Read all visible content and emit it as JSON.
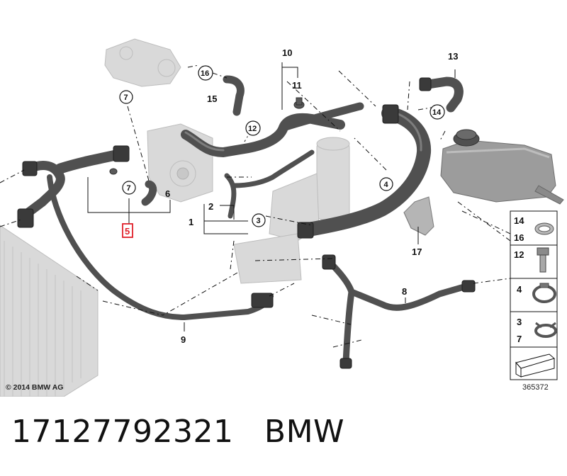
{
  "diagram": {
    "copyright": "© 2014 BMW AG",
    "diagram_number": "365372",
    "highlighted_part": "5",
    "callouts": [
      "1",
      "2",
      "3",
      "4",
      "5",
      "6",
      "7",
      "8",
      "9",
      "10",
      "11",
      "12",
      "13",
      "14",
      "15",
      "16",
      "17"
    ],
    "legend": [
      {
        "numbers": [
          "14",
          "16"
        ],
        "icon": "hose-clamp-icon"
      },
      {
        "numbers": [
          "12"
        ],
        "icon": "bolt-icon"
      },
      {
        "numbers": [
          "4"
        ],
        "icon": "clamp-band-icon"
      },
      {
        "numbers": [
          "3",
          "7"
        ],
        "icon": "spring-clip-icon"
      },
      {
        "numbers": [],
        "icon": "shim-arrow-icon"
      }
    ],
    "highlight_color": "#e0202a"
  },
  "caption": {
    "part_number": "17127792321",
    "brand": "BMW"
  }
}
